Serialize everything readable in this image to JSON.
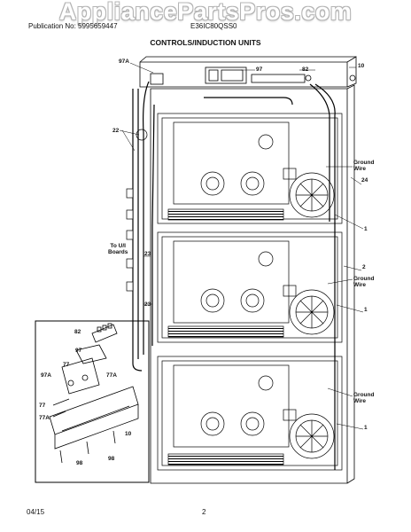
{
  "header": {
    "watermark": "AppliancePartsPros.com",
    "publication": "Publication No: 5995659447",
    "model": "E36IC80QSS0",
    "title": "CONTROLS/INDUCTION UNITS"
  },
  "callouts": {
    "c97a_top": "97A",
    "c97_top": "97",
    "c82_top": "82",
    "c10_top": "10",
    "c22": "22",
    "ground_wire_1": "Ground\nWire",
    "c24": "24",
    "c1_a": "1",
    "to_ui_boards": "To U/I\nBoards",
    "c23_a": "23",
    "c2": "2",
    "ground_wire_2": "Ground\nWire",
    "c23_b": "23",
    "c1_b": "1",
    "ground_wire_3": "Ground\nWire",
    "c1_c": "1"
  },
  "inset": {
    "c82": "82",
    "c97": "97",
    "c77_a": "77",
    "c97a": "97A",
    "c77a_r": "77A",
    "c77_l": "77",
    "c77a_l": "77A",
    "c10": "10",
    "c98_l": "98",
    "c98_r": "98"
  },
  "footer": {
    "date": "04/15",
    "page": "2"
  }
}
